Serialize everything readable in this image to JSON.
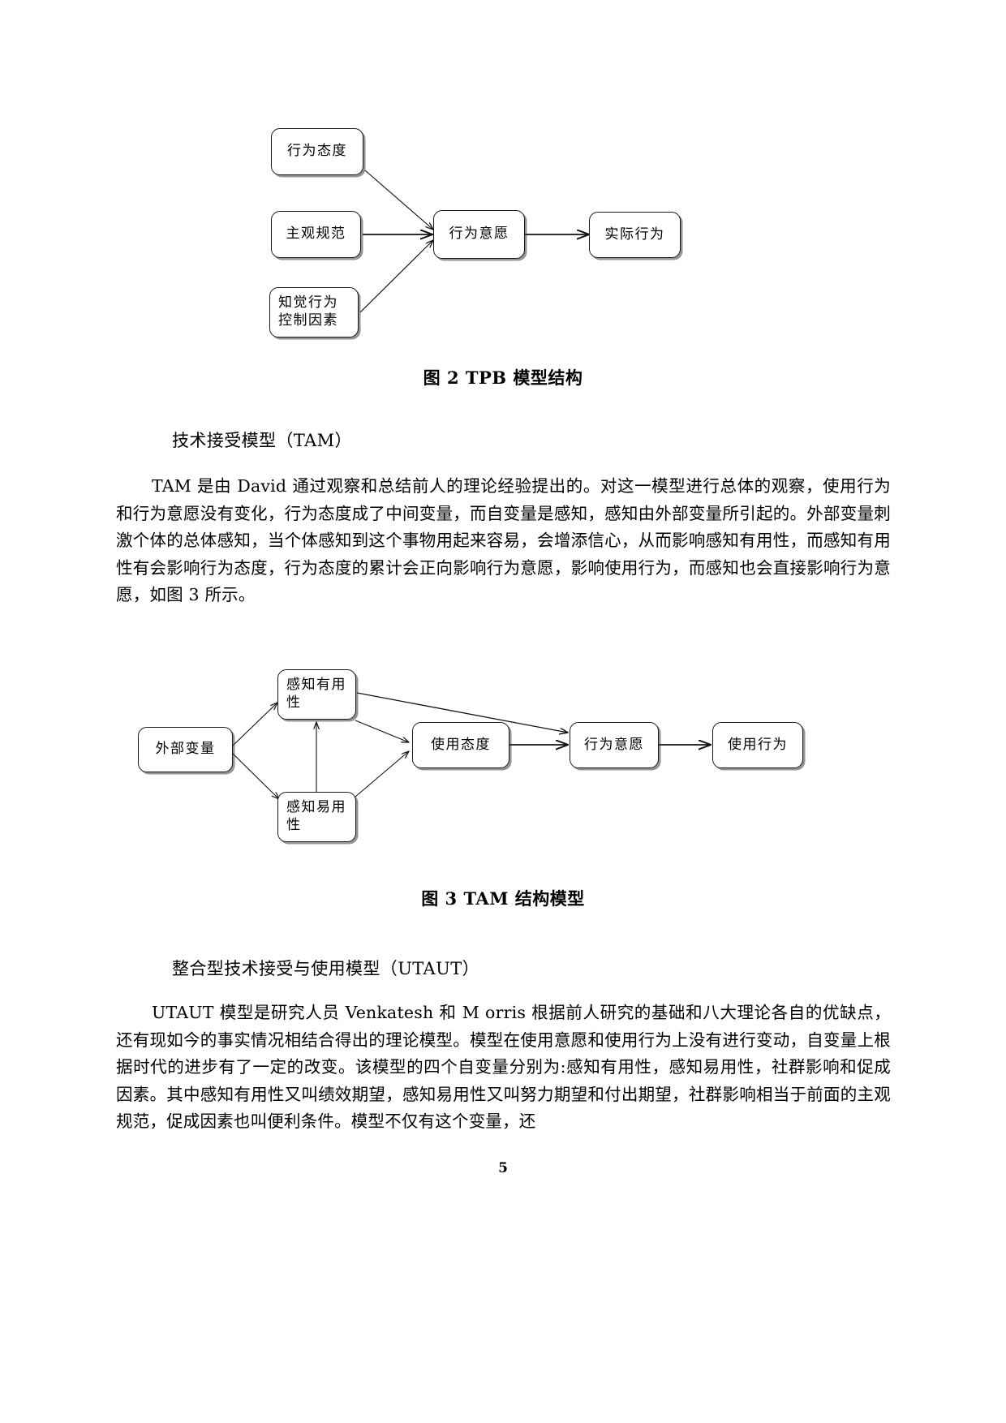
{
  "document": {
    "page_number": "5"
  },
  "figure_tpb": {
    "nodes": [
      {
        "id": "attitude",
        "label": "行为态度"
      },
      {
        "id": "norm",
        "label": "主观规范"
      },
      {
        "id": "control",
        "line1": "知觉行为",
        "line2": "控制因素"
      },
      {
        "id": "intention",
        "label": "行为意愿"
      },
      {
        "id": "behavior",
        "label": "实际行为"
      }
    ],
    "edges": [
      {
        "from": "行为态度",
        "to": "行为意愿"
      },
      {
        "from": "主观规范",
        "to": "行为意愿"
      },
      {
        "from": "知觉行为控制因素",
        "to": "行为意愿"
      },
      {
        "from": "行为意愿",
        "to": "实际行为"
      }
    ],
    "caption": "图 2  TPB 模型结构"
  },
  "section_tam": {
    "heading": "技术接受模型（TAM）",
    "paragraph": "TAM 是由 David 通过观察和总结前人的理论经验提出的。对这一模型进行总体的观察，使用行为和行为意愿没有变化，行为态度成了中间变量，而自变量是感知，感知由外部变量所引起的。外部变量刺激个体的总体感知，当个体感知到这个事物用起来容易，会增添信心，从而影响感知有用性，而感知有用性有会影响行为态度，行为态度的累计会正向影响行为意愿，影响使用行为，而感知也会直接影响行为意愿，如图 3 所示。"
  },
  "figure_tam": {
    "nodes": [
      {
        "id": "external",
        "label": "外部变量"
      },
      {
        "id": "usefulness",
        "line1": "感知有用",
        "line2": "性"
      },
      {
        "id": "ease",
        "line1": "感知易用",
        "line2": "性"
      },
      {
        "id": "attitude",
        "label": "使用态度"
      },
      {
        "id": "intention",
        "label": "行为意愿"
      },
      {
        "id": "usage",
        "label": "使用行为"
      }
    ],
    "edges": [
      {
        "from": "外部变量",
        "to": "感知有用性"
      },
      {
        "from": "外部变量",
        "to": "感知易用性"
      },
      {
        "from": "感知易用性",
        "to": "感知有用性"
      },
      {
        "from": "感知有用性",
        "to": "使用态度"
      },
      {
        "from": "感知易用性",
        "to": "使用态度"
      },
      {
        "from": "感知有用性",
        "to": "行为意愿"
      },
      {
        "from": "使用态度",
        "to": "行为意愿"
      },
      {
        "from": "行为意愿",
        "to": "使用行为"
      }
    ],
    "caption": "图 3  TAM 结构模型"
  },
  "section_utaut": {
    "heading": "整合型技术接受与使用模型（UTAUT）",
    "paragraph": "UTAUT 模型是研究人员 Venkatesh 和 M orris 根据前人研究的基础和八大理论各自的优缺点，还有现如今的事实情况相结合得出的理论模型。模型在使用意愿和使用行为上没有进行变动，自变量上根据时代的进步有了一定的改变。该模型的四个自变量分别为:感知有用性，感知易用性，社群影响和促成因素。其中感知有用性又叫绩效期望，感知易用性又叫努力期望和付出期望，社群影响相当于前面的主观规范，促成因素也叫便利条件。模型不仅有这个变量，还"
  }
}
